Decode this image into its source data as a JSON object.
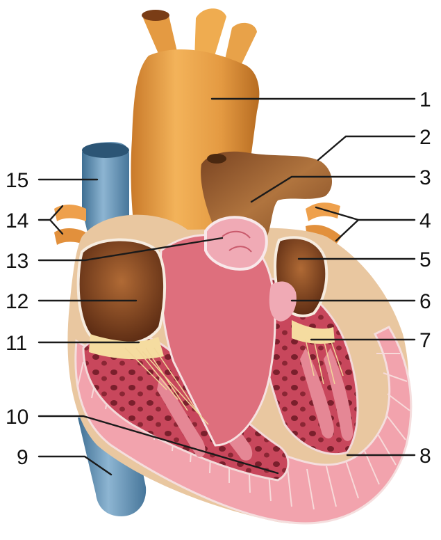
{
  "diagram": {
    "labels": {
      "l1": "1",
      "l2": "2",
      "l3": "3",
      "l4": "4",
      "l5": "5",
      "l6": "6",
      "l7": "7",
      "l8": "8",
      "l9": "9",
      "l10": "10",
      "l11": "11",
      "l12": "12",
      "l13": "13",
      "l14": "14",
      "l15": "15"
    },
    "colors": {
      "aorta": "#e7a24a",
      "pulmonary_trunk": "#9a6237",
      "vena_cava": "#5f8fb3",
      "pulmonary_veins": "#eea04c",
      "myocardium": "#e7838d",
      "chamber_wall": "#c5465a",
      "atrium_interior": "#8a4a25",
      "valve_cusp": "#f0aab5",
      "chordae": "#f5dca0"
    }
  }
}
